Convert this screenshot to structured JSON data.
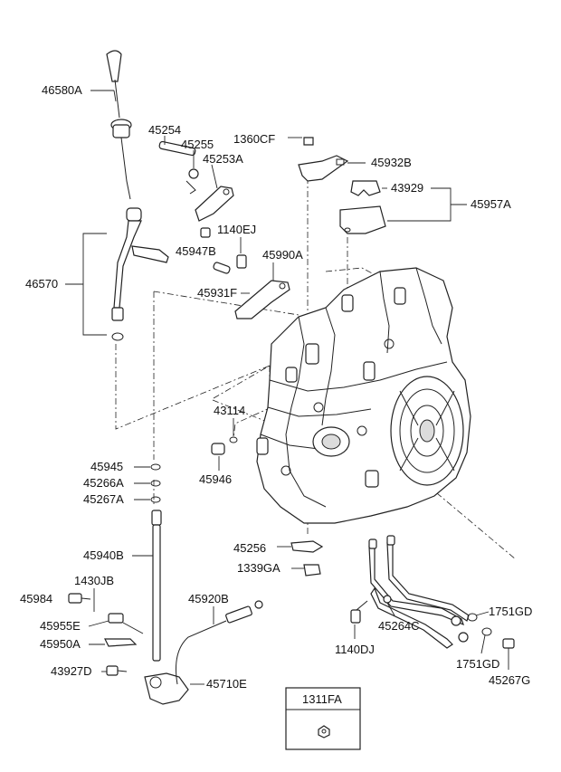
{
  "diagram": {
    "labels": {
      "46580A": "46580A",
      "45254": "45254",
      "45255": "45255",
      "45253A": "45253A",
      "1360CF": "1360CF",
      "45932B": "45932B",
      "43929": "43929",
      "45957A": "45957A",
      "1140EJ": "1140EJ",
      "45947B": "45947B",
      "45990A": "45990A",
      "45931F": "45931F",
      "46570": "46570",
      "43114": "43114",
      "45946": "45946",
      "45945": "45945",
      "45266A": "45266A",
      "45267A": "45267A",
      "45940B": "45940B",
      "45256": "45256",
      "1339GA": "1339GA",
      "1430JB": "1430JB",
      "45984": "45984",
      "45920B": "45920B",
      "1751GD_top": "1751GD",
      "45955E": "45955E",
      "45264C": "45264C",
      "45950A": "45950A",
      "1140DJ": "1140DJ",
      "1751GD_bottom": "1751GD",
      "45267G": "45267G",
      "43927D": "43927D",
      "45710E": "45710E"
    },
    "inset": {
      "title": "1311FA"
    }
  }
}
